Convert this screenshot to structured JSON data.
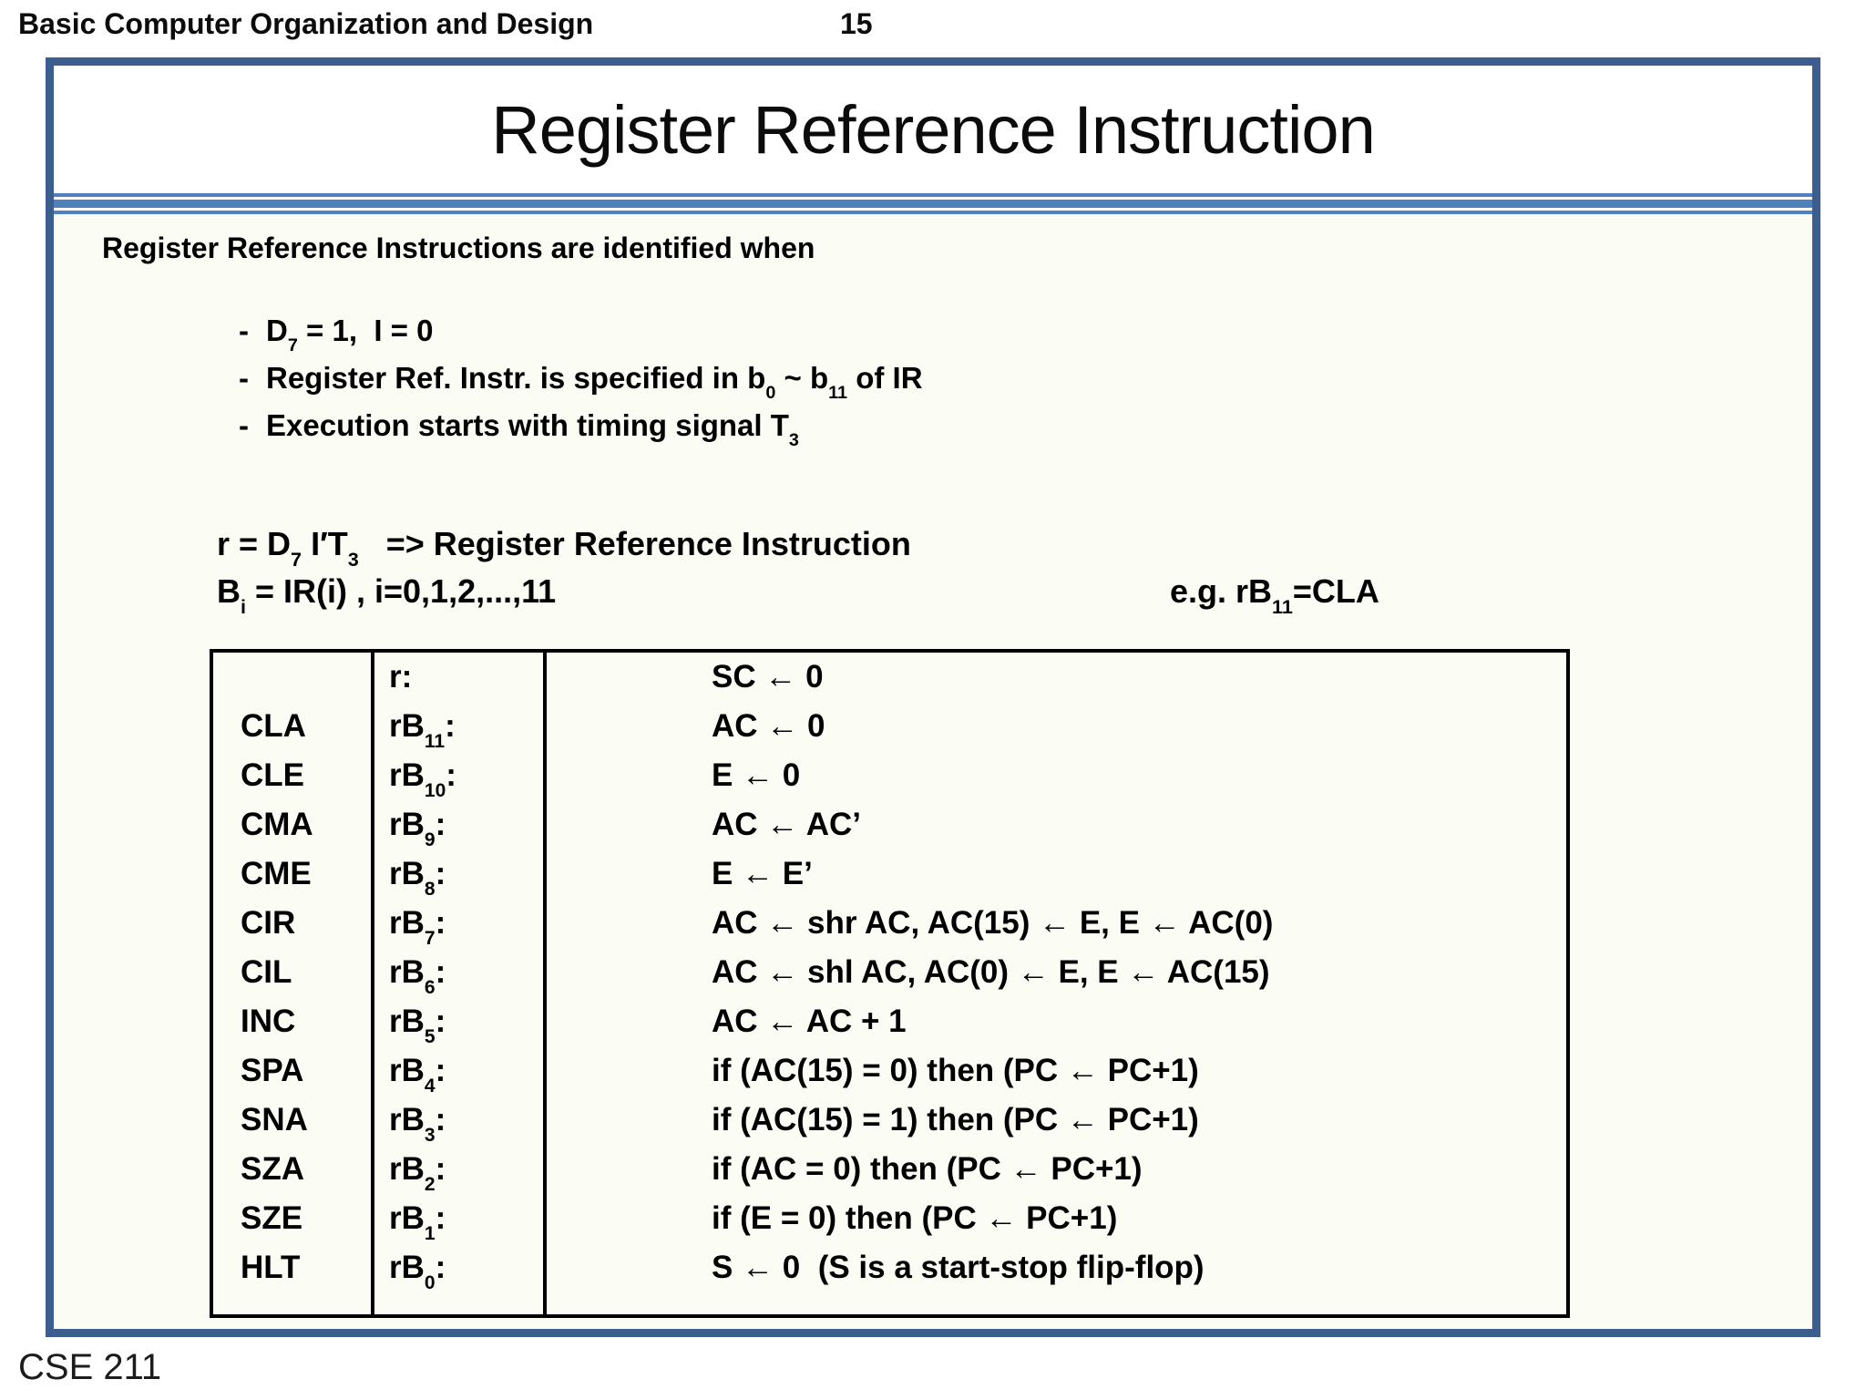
{
  "header": {
    "title": "Basic Computer Organization and Design",
    "page_number": "15"
  },
  "slide": {
    "title": "Register Reference Instruction",
    "heading": "Register Reference Instructions are identified when",
    "bullet_marker": "-",
    "bullets": [
      {
        "segments": [
          [
            "t",
            "D"
          ],
          [
            "s",
            "7"
          ],
          [
            "t",
            " = 1,  I = 0"
          ]
        ]
      },
      {
        "segments": [
          [
            "t",
            "Register Ref. Instr. is specified in b"
          ],
          [
            "s",
            "0"
          ],
          [
            "t",
            " ~ b"
          ],
          [
            "s",
            "11"
          ],
          [
            "t",
            " of IR"
          ]
        ]
      },
      {
        "segments": [
          [
            "t",
            "Execution starts with timing signal T"
          ],
          [
            "s",
            "3"
          ]
        ]
      }
    ],
    "formulas": [
      {
        "segments": [
          [
            "t",
            "r = D"
          ],
          [
            "s",
            "7"
          ],
          [
            "t",
            " I′T"
          ],
          [
            "s",
            "3"
          ],
          [
            "t",
            "   => Register Reference Instruction"
          ]
        ]
      },
      {
        "segments": [
          [
            "t",
            "B"
          ],
          [
            "s",
            "i"
          ],
          [
            "t",
            " = IR(i) , i=0,1,2,...,11"
          ]
        ]
      }
    ],
    "example": {
      "segments": [
        [
          "t",
          "e.g. rB"
        ],
        [
          "s",
          "11"
        ],
        [
          "t",
          "=CLA"
        ]
      ]
    },
    "table": {
      "rows": [
        {
          "mnemonic": "",
          "label": [
            [
              "t",
              "r:"
            ]
          ],
          "operation": "SC ← 0"
        },
        {
          "mnemonic": "CLA",
          "label": [
            [
              "t",
              "rB"
            ],
            [
              "s",
              "11"
            ],
            [
              "t",
              ":"
            ]
          ],
          "operation": "AC ← 0"
        },
        {
          "mnemonic": "CLE",
          "label": [
            [
              "t",
              "rB"
            ],
            [
              "s",
              "10"
            ],
            [
              "t",
              ":"
            ]
          ],
          "operation": "E ← 0"
        },
        {
          "mnemonic": "CMA",
          "label": [
            [
              "t",
              "rB"
            ],
            [
              "s",
              "9"
            ],
            [
              "t",
              ":"
            ]
          ],
          "operation": "AC ← AC’"
        },
        {
          "mnemonic": "CME",
          "label": [
            [
              "t",
              "rB"
            ],
            [
              "s",
              "8"
            ],
            [
              "t",
              ":"
            ]
          ],
          "operation": "E ← E’"
        },
        {
          "mnemonic": "CIR",
          "label": [
            [
              "t",
              "rB"
            ],
            [
              "s",
              "7"
            ],
            [
              "t",
              ":"
            ]
          ],
          "operation": "AC ← shr AC, AC(15) ← E, E ← AC(0)"
        },
        {
          "mnemonic": "CIL",
          "label": [
            [
              "t",
              "rB"
            ],
            [
              "s",
              "6"
            ],
            [
              "t",
              ":"
            ]
          ],
          "operation": "AC ← shl AC, AC(0) ← E, E ← AC(15)"
        },
        {
          "mnemonic": "INC",
          "label": [
            [
              "t",
              "rB"
            ],
            [
              "s",
              "5"
            ],
            [
              "t",
              ":"
            ]
          ],
          "operation": "AC ← AC + 1"
        },
        {
          "mnemonic": "SPA",
          "label": [
            [
              "t",
              "rB"
            ],
            [
              "s",
              "4"
            ],
            [
              "t",
              ":"
            ]
          ],
          "operation": "if (AC(15) = 0) then (PC ← PC+1)"
        },
        {
          "mnemonic": "SNA",
          "label": [
            [
              "t",
              "rB"
            ],
            [
              "s",
              "3"
            ],
            [
              "t",
              ":"
            ]
          ],
          "operation": "if (AC(15) = 1) then (PC ← PC+1)"
        },
        {
          "mnemonic": "SZA",
          "label": [
            [
              "t",
              "rB"
            ],
            [
              "s",
              "2"
            ],
            [
              "t",
              ":"
            ]
          ],
          "operation": "if (AC = 0) then (PC ← PC+1)"
        },
        {
          "mnemonic": "SZE",
          "label": [
            [
              "t",
              "rB"
            ],
            [
              "s",
              "1"
            ],
            [
              "t",
              ":"
            ]
          ],
          "operation": "if (E = 0) then (PC ← PC+1)"
        },
        {
          "mnemonic": "HLT",
          "label": [
            [
              "t",
              "rB"
            ],
            [
              "s",
              "0"
            ],
            [
              "t",
              ":"
            ]
          ],
          "operation": "S ← 0  (S is a start-stop flip-flop)"
        }
      ]
    }
  },
  "footer": {
    "course": "CSE 211"
  },
  "colors": {
    "slide_border": "#3b5e8e",
    "separator_blue": "#4f81bd",
    "table_border": "#000000",
    "body_background": "#fbfdf5",
    "text": "#000000"
  }
}
